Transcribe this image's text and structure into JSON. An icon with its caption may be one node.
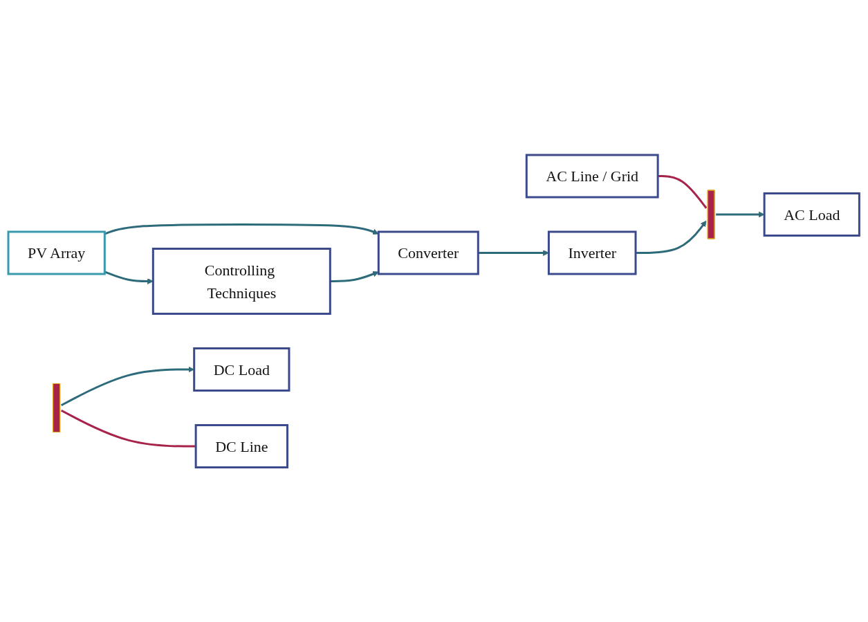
{
  "diagram": {
    "nodes": [
      {
        "text": [
          "AC Line / Grid"
        ]
      },
      {
        "text": [
          "PV Array"
        ]
      },
      {
        "text": [
          "Converter"
        ]
      },
      {
        "text": [
          "Inverter"
        ]
      },
      {
        "text": [
          "Controlling Techniques"
        ]
      },
      {
        "text": [
          "DC Load"
        ]
      },
      {
        "text": [
          "AC Load"
        ]
      },
      {
        "text": [
          "DC Line"
        ]
      },
      {
        "text": [],
        "shape": "bar"
      },
      {
        "text": [],
        "shape": "bar"
      }
    ],
    "edges": [
      {
        "from": 1,
        "to": 2,
        "arrow": "to"
      },
      {
        "from": 1,
        "to": 4,
        "arrow": "to"
      },
      {
        "from": 4,
        "to": 2,
        "arrow": "to"
      },
      {
        "from": 2,
        "to": 3,
        "arrow": "to"
      },
      {
        "from": 3,
        "to": 9,
        "arrow": "to"
      },
      {
        "from": 8,
        "to": 5,
        "arrow": "to"
      },
      {
        "from": 9,
        "to": 6,
        "arrow": "to"
      },
      {
        "from": 8,
        "to": 7,
        "arrow": "none",
        "color": "#a8234a"
      },
      {
        "from": 0,
        "to": 9,
        "arrow": "none",
        "color": "#a8234a"
      }
    ]
  }
}
